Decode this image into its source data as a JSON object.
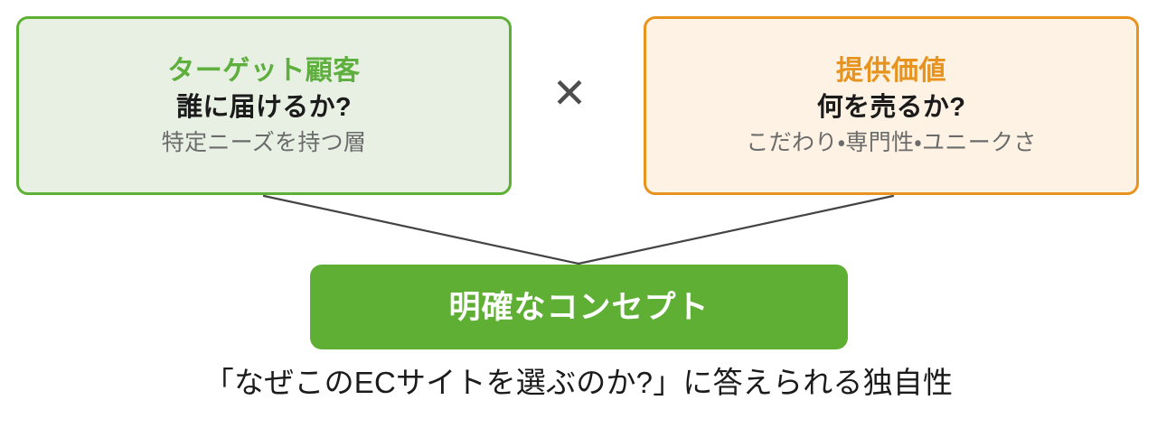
{
  "diagram": {
    "title_concept": "明確なコンセプト",
    "operator": {
      "icon": "multiply-icon",
      "symbol": "✕"
    },
    "cards": [
      {
        "id": "target-customer",
        "heading": "ターゲット顧客",
        "question": "誰に届けるか?",
        "note": "特定ニーズを持つ層",
        "accent_color": "#5faf3f",
        "border_color": "#5cb033",
        "fill_color": "#e8f0e4"
      },
      {
        "id": "offered-value",
        "heading": "提供価値",
        "question": "何を売るか?",
        "note": "こだわり・専門性・ユニークさ",
        "accent_color": "#e8931e",
        "border_color": "#e8931e",
        "fill_color": "#fdf2e3"
      }
    ],
    "result": {
      "label": "明確なコンセプト",
      "fill_color": "#5faf35",
      "text_color": "#ffffff"
    },
    "caption": "「なぜこのECサイトを選ぶのか?」に答えられる独自性",
    "connector_color": "#444444"
  }
}
